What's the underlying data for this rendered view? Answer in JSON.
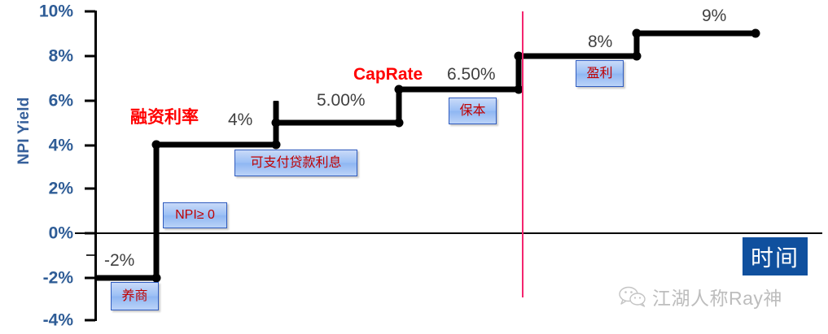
{
  "chart_data": {
    "type": "line",
    "title": "",
    "xlabel": "时间",
    "ylabel": "NPI Yield",
    "ylim": [
      -4,
      10
    ],
    "yticks": [
      "-4%",
      "-2%",
      "0%",
      "2%",
      "4%",
      "6%",
      "8%",
      "10%"
    ],
    "grid": false,
    "legend": "none",
    "step_style": "step-post",
    "series": [
      {
        "name": "NPI Yield",
        "points": [
          {
            "stage": 1,
            "value": -2,
            "value_label": "-2%"
          },
          {
            "stage": 2,
            "value": 4,
            "value_label": "4%"
          },
          {
            "stage": 3,
            "value": 5,
            "value_label": "5.00%"
          },
          {
            "stage": 4,
            "value": 6.5,
            "value_label": "6.50%"
          },
          {
            "stage": 5,
            "value": 8,
            "value_label": "8%"
          },
          {
            "stage": 6,
            "value": 9,
            "value_label": "9%"
          }
        ]
      }
    ],
    "annotations": [
      {
        "name": "financing-rate",
        "text": "融资利率",
        "color": "#FF0000",
        "at_value": 4
      },
      {
        "name": "cap-rate",
        "text": "CapRate",
        "color": "#FF0000",
        "at_value": 6.5
      }
    ],
    "callouts": [
      {
        "name": "yangshang",
        "text": "养商",
        "at_value": -2
      },
      {
        "name": "npi-ge-zero",
        "text": "NPI≥ 0",
        "at_value": 4
      },
      {
        "name": "pay-loan-interest",
        "text": "可支付贷款利息",
        "at_value": 4
      },
      {
        "name": "breakeven",
        "text": "保本",
        "at_value": 6.5
      },
      {
        "name": "profit",
        "text": "盈利",
        "at_value": 8
      }
    ],
    "divider": {
      "name": "milestone-divider",
      "color": "#F4256E"
    }
  },
  "axis": {
    "title": "NPI Yield",
    "ticks": [
      "10%",
      "8%",
      "6%",
      "4%",
      "2%",
      "0%",
      "-2%",
      "-4%"
    ]
  },
  "labels": {
    "neg_two": "-2%",
    "financing_rate": "融资利率",
    "four": "4%",
    "five": "5.00%",
    "cap_rate": "CapRate",
    "six_five": "6.50%",
    "eight": "8%",
    "nine": "9%"
  },
  "callouts": {
    "yangshang": "养商",
    "npi_ge_zero": "NPI≥ 0",
    "pay_loan_interest": "可支付贷款利息",
    "breakeven": "保本",
    "profit": "盈利"
  },
  "time_box": {
    "label": "时间"
  },
  "watermark": {
    "text": "江湖人称Ray神",
    "icon": "wechat-icon"
  },
  "colors": {
    "axis_text": "#2E5C96",
    "axis_title": "#36609B",
    "line": "#000000",
    "value_text": "#404040",
    "accent_red": "#FF0000",
    "callout_text": "#C00000",
    "callout_border": "#2F5BBE",
    "divider_pink": "#F4256E",
    "time_box_bg": "#10509E"
  }
}
